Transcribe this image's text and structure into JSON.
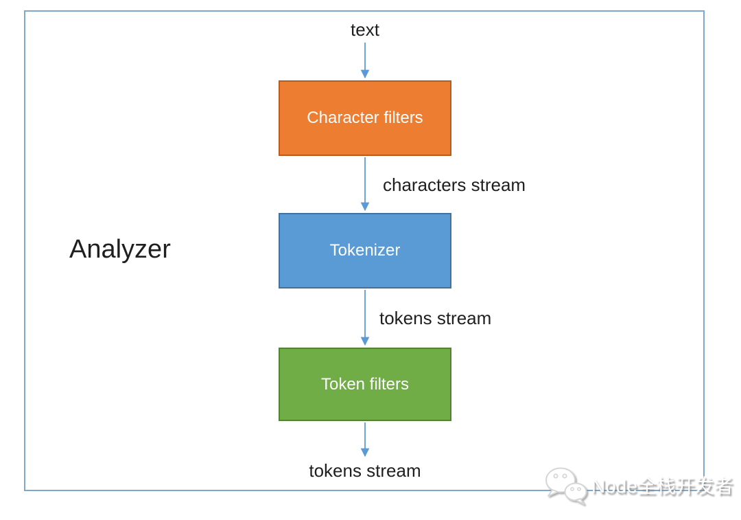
{
  "diagram": {
    "title": "Analyzer",
    "input_label": "text",
    "nodes": [
      {
        "id": "character-filters",
        "label": "Character filters",
        "fill": "#ED7D31",
        "border": "#B85C1E",
        "text_color": "#FFFFFF"
      },
      {
        "id": "tokenizer",
        "label": "Tokenizer",
        "fill": "#5B9BD5",
        "border": "#41719C",
        "text_color": "#FFFFFF"
      },
      {
        "id": "token-filters",
        "label": "Token filters",
        "fill": "#70AD47",
        "border": "#548235",
        "text_color": "#FFFFFF"
      }
    ],
    "edge_labels": [
      "characters stream",
      "tokens stream"
    ],
    "output_label": "tokens stream",
    "arrow_color": "#5B9BD5",
    "frame_color": "#7DA7CB",
    "label_color": "#1F1F1F",
    "background": "#FFFFFF"
  },
  "watermark": {
    "icon": "wechat-icon",
    "text": "Node全栈开发者"
  }
}
